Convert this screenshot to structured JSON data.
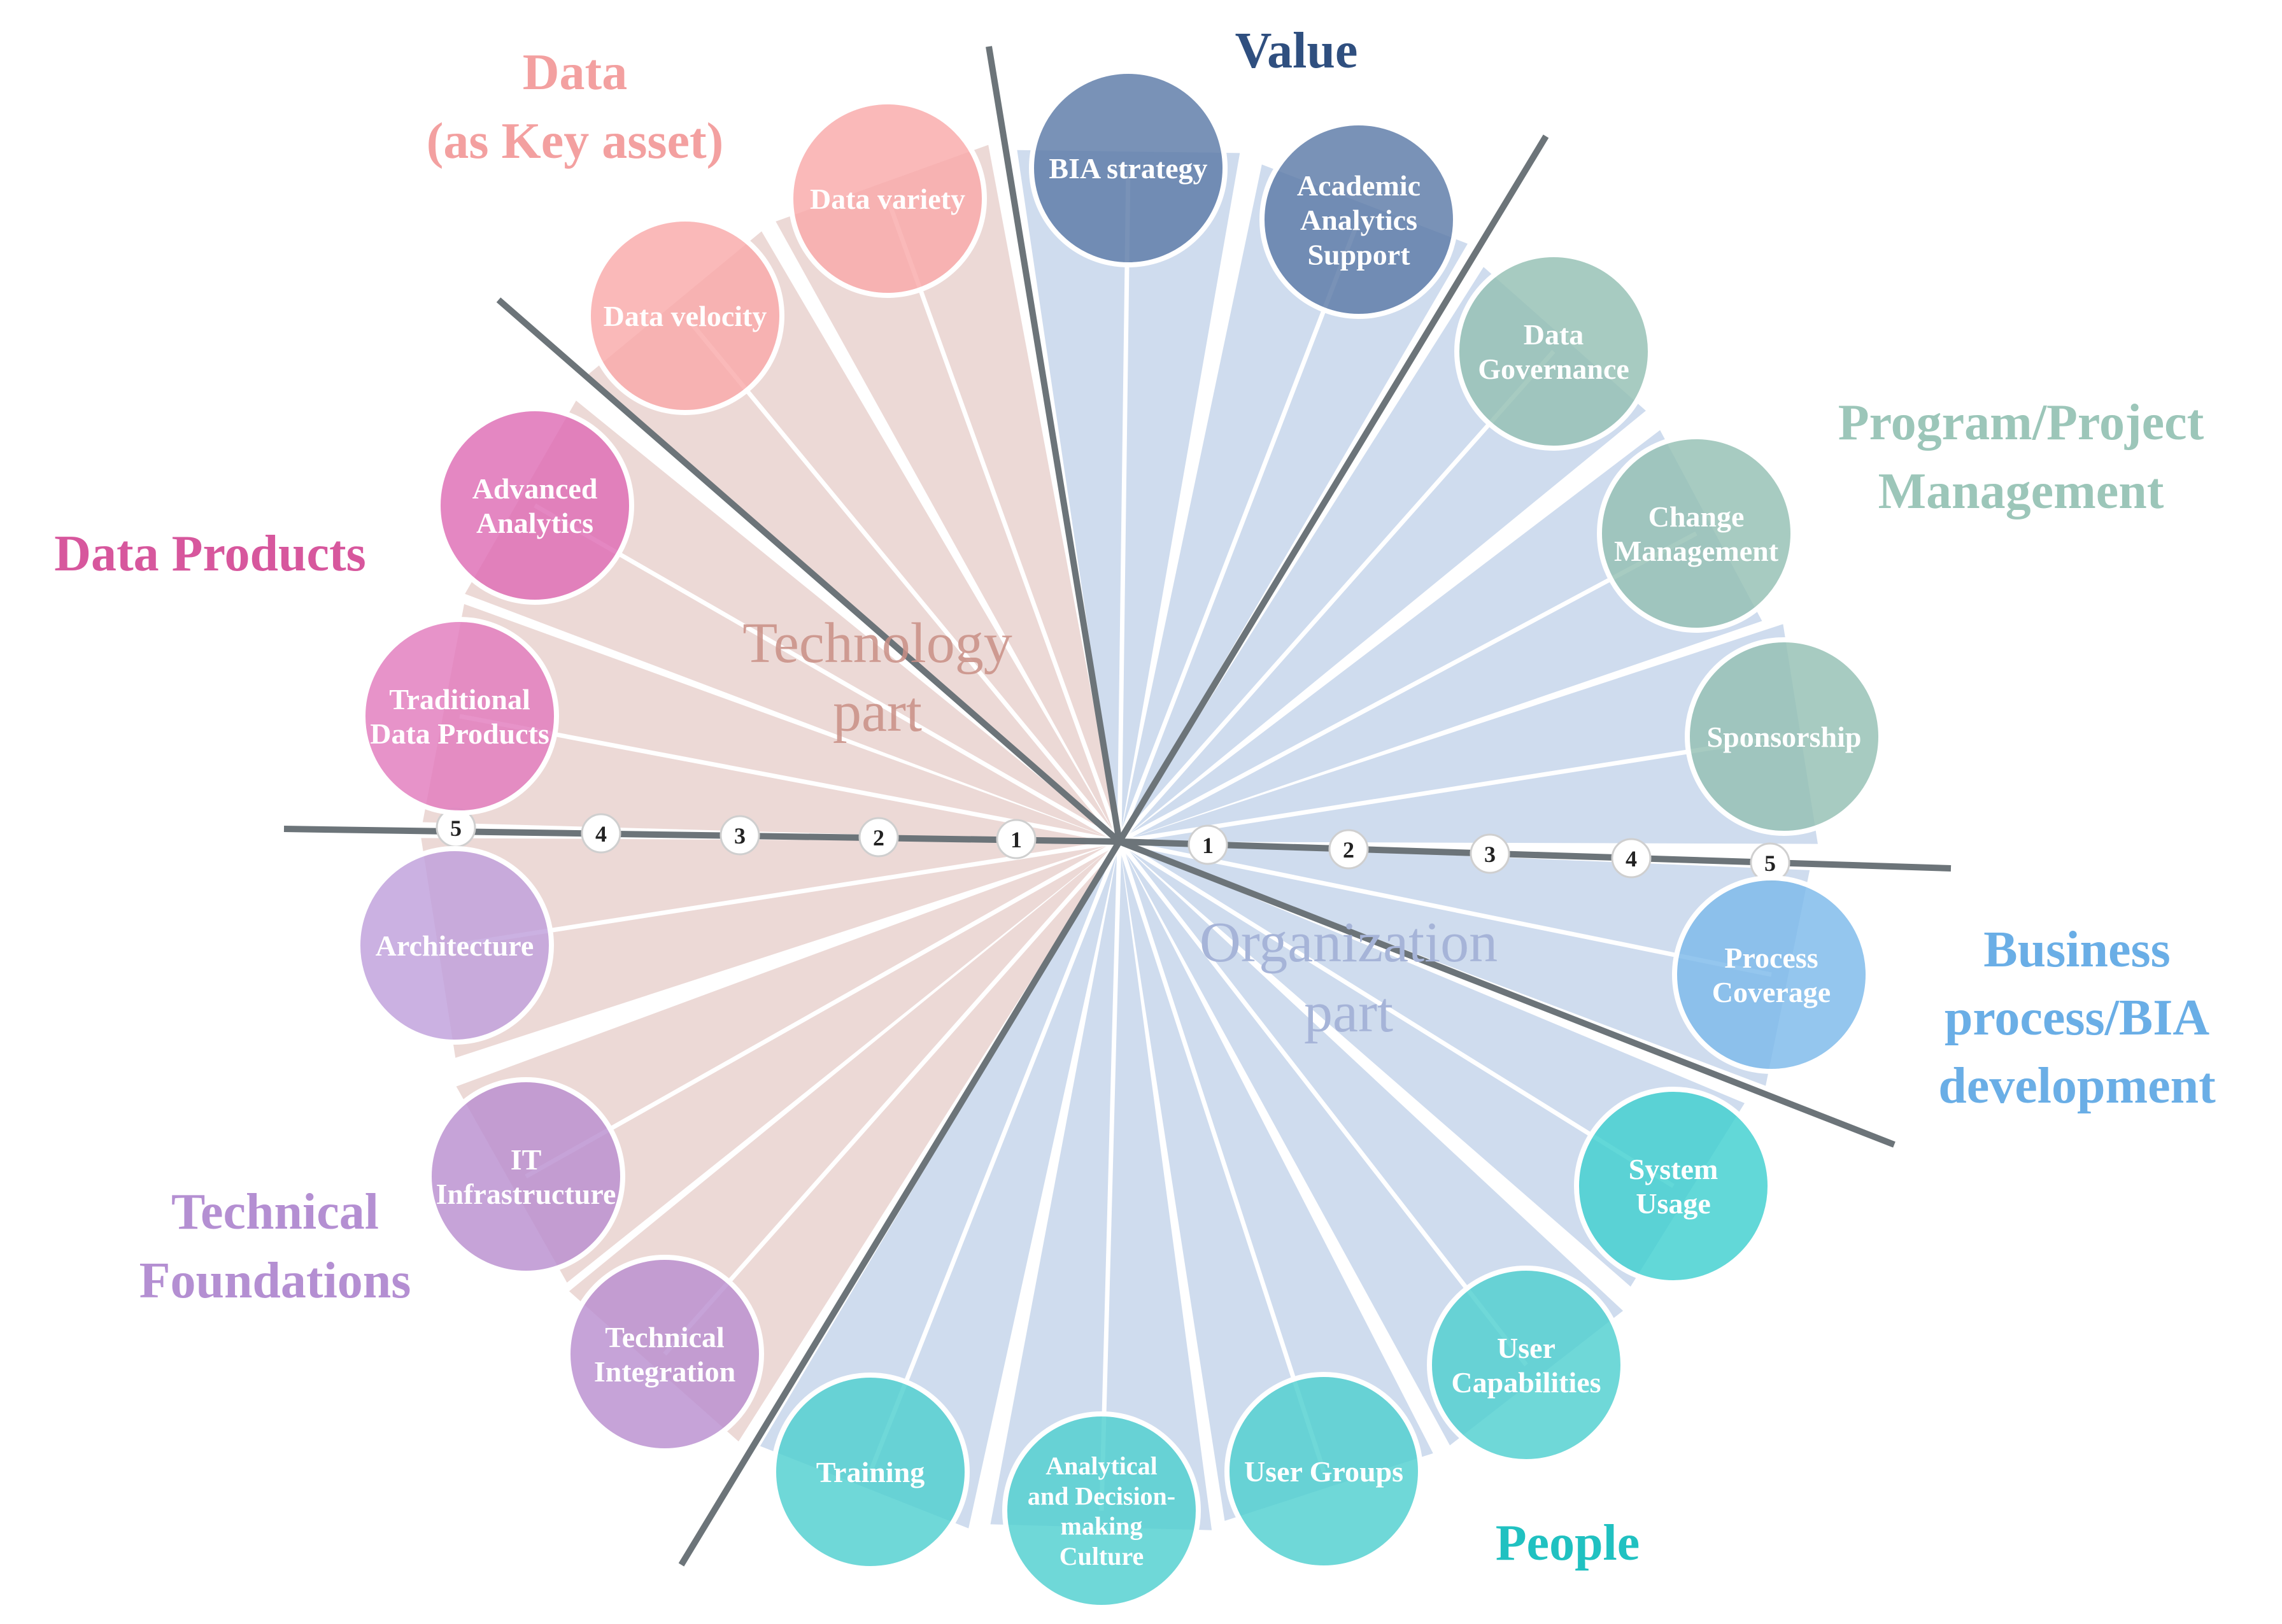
{
  "parts": {
    "technology": {
      "line1": "Technology",
      "line2": "part"
    },
    "organization": {
      "line1": "Organization",
      "line2": "part"
    }
  },
  "scale_ticks": [
    "1",
    "2",
    "3",
    "4",
    "5"
  ],
  "groups": {
    "data": {
      "line1": "Data",
      "line2": "(as Key asset)",
      "color": "#f3a0a0"
    },
    "value": {
      "line1": "Value",
      "color": "#2f4f7f"
    },
    "program": {
      "line1": "Program/Project",
      "line2": "Management",
      "color": "#9cc6b9"
    },
    "business": {
      "line1": "Business",
      "line2": "process/BIA",
      "line3": "development",
      "color": "#6aaee6"
    },
    "people": {
      "line1": "People",
      "color": "#20c1c1"
    },
    "technical": {
      "line1": "Technical",
      "line2": "Foundations",
      "color": "#b48fd2"
    },
    "products": {
      "line1": "Data Products",
      "color": "#d7579d"
    }
  },
  "nodes": [
    {
      "id": "bia-strategy",
      "lines": [
        "BIA strategy"
      ],
      "color": "#5b7aa7"
    },
    {
      "id": "academic-analytics-support",
      "lines": [
        "Academic",
        "Analytics",
        "Support"
      ],
      "color": "#5b7aa7"
    },
    {
      "id": "data-governance",
      "lines": [
        "Data",
        "Governance"
      ],
      "color": "#94c0b3"
    },
    {
      "id": "change-management",
      "lines": [
        "Change",
        "Management"
      ],
      "color": "#94c0b3"
    },
    {
      "id": "sponsorship",
      "lines": [
        "Sponsorship"
      ],
      "color": "#94c0b3"
    },
    {
      "id": "process-coverage",
      "lines": [
        "Process",
        "Coverage"
      ],
      "color": "#7db9ea"
    },
    {
      "id": "system-usage",
      "lines": [
        "System",
        "Usage"
      ],
      "color": "#3fcfcf"
    },
    {
      "id": "user-capabilities",
      "lines": [
        "User",
        "Capabilities"
      ],
      "color": "#4fd0cf"
    },
    {
      "id": "user-groups",
      "lines": [
        "User Groups"
      ],
      "color": "#4fd0cf"
    },
    {
      "id": "analytical-culture",
      "lines": [
        "Analytical",
        "and Decision-",
        "making",
        "Culture"
      ],
      "color": "#4fd0cf"
    },
    {
      "id": "training",
      "lines": [
        "Training"
      ],
      "color": "#4fd0cf"
    },
    {
      "id": "technical-integration",
      "lines": [
        "Technical",
        "Integration"
      ],
      "color": "#b98fd0"
    },
    {
      "id": "it-infrastructure",
      "lines": [
        "IT",
        "Infrastructure"
      ],
      "color": "#b98fd0"
    },
    {
      "id": "architecture",
      "lines": [
        "Architecture"
      ],
      "color": "#c0a0dc"
    },
    {
      "id": "traditional-data-products",
      "lines": [
        "Traditional",
        "Data Products"
      ],
      "color": "#e27bbd"
    },
    {
      "id": "advanced-analytics",
      "lines": [
        "Advanced",
        "Analytics"
      ],
      "color": "#de6cb4"
    },
    {
      "id": "data-velocity",
      "lines": [
        "Data velocity"
      ],
      "color": "#f9a9a9"
    },
    {
      "id": "data-variety",
      "lines": [
        "Data variety"
      ],
      "color": "#f9a9a9"
    }
  ]
}
